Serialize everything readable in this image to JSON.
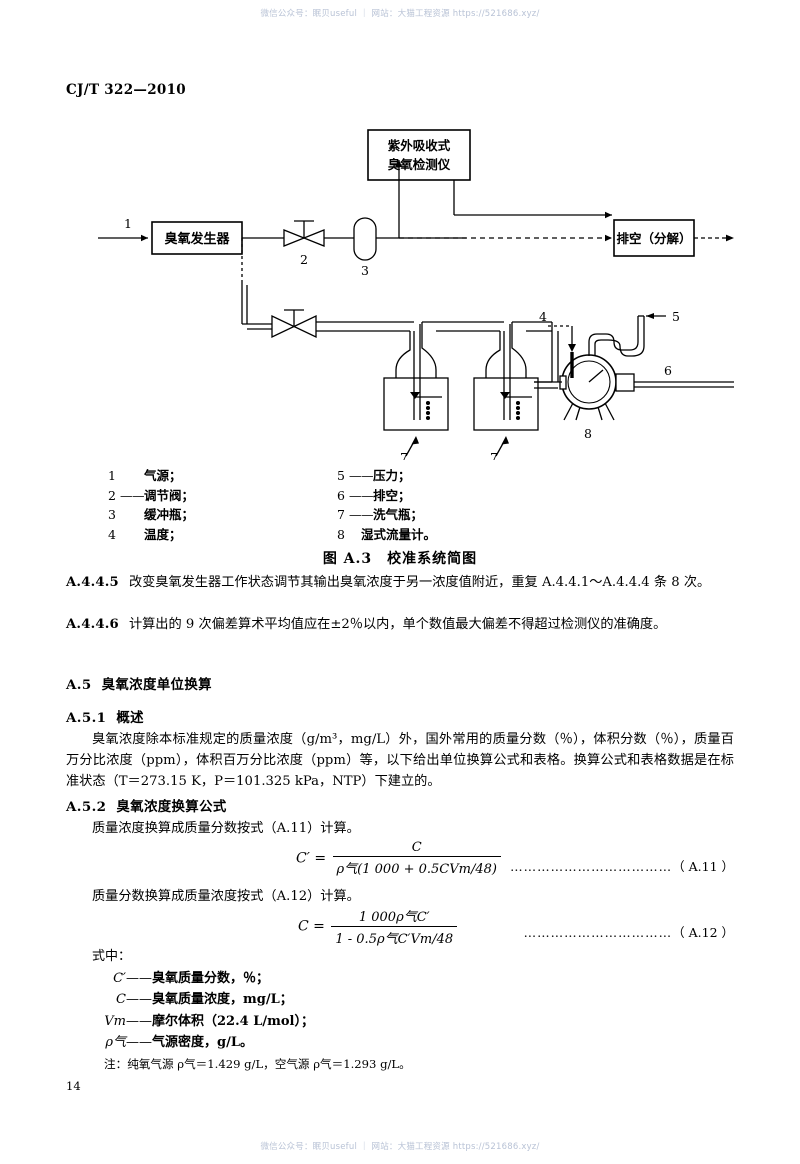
{
  "watermark": {
    "text": "微信公众号：眠贝useful ｜ 网站：大猫工程资源 https://521686.xyz/"
  },
  "header": {
    "standard_id": "CJ/T 322—2010"
  },
  "figure": {
    "caption": "图 A.3　校准系统简图",
    "blocks": {
      "ozone_generator": "臭氧发生器",
      "detector_line1": "紫外吸收式",
      "detector_line2": "臭氧检测仪",
      "vent": "排空（分解）"
    },
    "callouts": {
      "one": "1",
      "two": "2",
      "three": "3",
      "four": "4",
      "five": "5",
      "six": "6",
      "seven_a": "7",
      "seven_b": "7",
      "eight": "8"
    },
    "legend_left": [
      {
        "num": "1",
        "dash": "　　",
        "label": "气源；"
      },
      {
        "num": "2",
        "dash": "——",
        "label": "调节阀；"
      },
      {
        "num": "3",
        "dash": "　　",
        "label": "缓冲瓶；"
      },
      {
        "num": "4",
        "dash": "　　",
        "label": "温度；"
      }
    ],
    "legend_right": [
      {
        "num": "5",
        "dash": "——",
        "label": "压力；"
      },
      {
        "num": "6",
        "dash": "——",
        "label": "排空；"
      },
      {
        "num": "7",
        "dash": "——",
        "label": "洗气瓶；"
      },
      {
        "num": "8",
        "dash": "　",
        "label": "湿式流量计。"
      }
    ]
  },
  "clauses": [
    {
      "id": "A.4.4.5",
      "text": "改变臭氧发生器工作状态调节其输出臭氧浓度于另一浓度值附近，重复 A.4.4.1～A.4.4.4 条 8 次。"
    },
    {
      "id": "A.4.4.6",
      "text": "计算出的 9 次偏差算术平均值应在±2％以内，单个数值最大偏差不得超过检测仪的准确度。"
    }
  ],
  "sections": {
    "a5": {
      "no": "A.5",
      "title": "臭氧浓度单位换算"
    },
    "a51": {
      "no": "A.5.1",
      "title": "概述"
    },
    "a52": {
      "no": "A.5.2",
      "title": "臭氧浓度换算公式"
    }
  },
  "overview": {
    "paragraph": "臭氧浓度除本标准规定的质量浓度（g/m³，mg/L）外，国外常用的质量分数（％），体积分数（％），质量百万分比浓度（ppm），体积百万分比浓度（ppm）等，以下给出单位换算公式和表格。换算公式和表格数据是在标准状态（T＝273.15 K，P＝101.325 kPa，NTP）下建立的。"
  },
  "formulas": {
    "intro_1": "质量浓度换算成质量分数按式（A.11）计算。",
    "eq1": {
      "lhs": "C′",
      "eq": "=",
      "numerator": "C",
      "denominator": "ρ气(1 000 + 0.5CVm/48)",
      "tag": "（ A.11 ）",
      "leader": "………………………………"
    },
    "intro_2": "质量分数换算成质量浓度按式（A.12）计算。",
    "eq2": {
      "lhs": "C",
      "eq": "=",
      "numerator": "1 000ρ气C′",
      "denominator": "1 - 0.5ρ气C′Vm/48",
      "tag": "（ A.12 ）",
      "leader": "……………………………"
    },
    "where_label": "式中：",
    "where": [
      {
        "symbol": "C′",
        "dash": "——",
        "desc": "臭氧质量分数，％；"
      },
      {
        "symbol": "C",
        "dash": "——",
        "desc": "臭氧质量浓度，mg/L；"
      },
      {
        "symbol": "Vm",
        "dash": "——",
        "desc": "摩尔体积（22.4 L/mol）；"
      },
      {
        "symbol": "ρ气",
        "dash": "——",
        "desc": "气源密度，g/L。"
      }
    ],
    "note": "注：纯氧气源 ρ气＝1.429 g/L，空气源 ρ气＝1.293 g/L。"
  },
  "footer": {
    "page_number": "14"
  }
}
